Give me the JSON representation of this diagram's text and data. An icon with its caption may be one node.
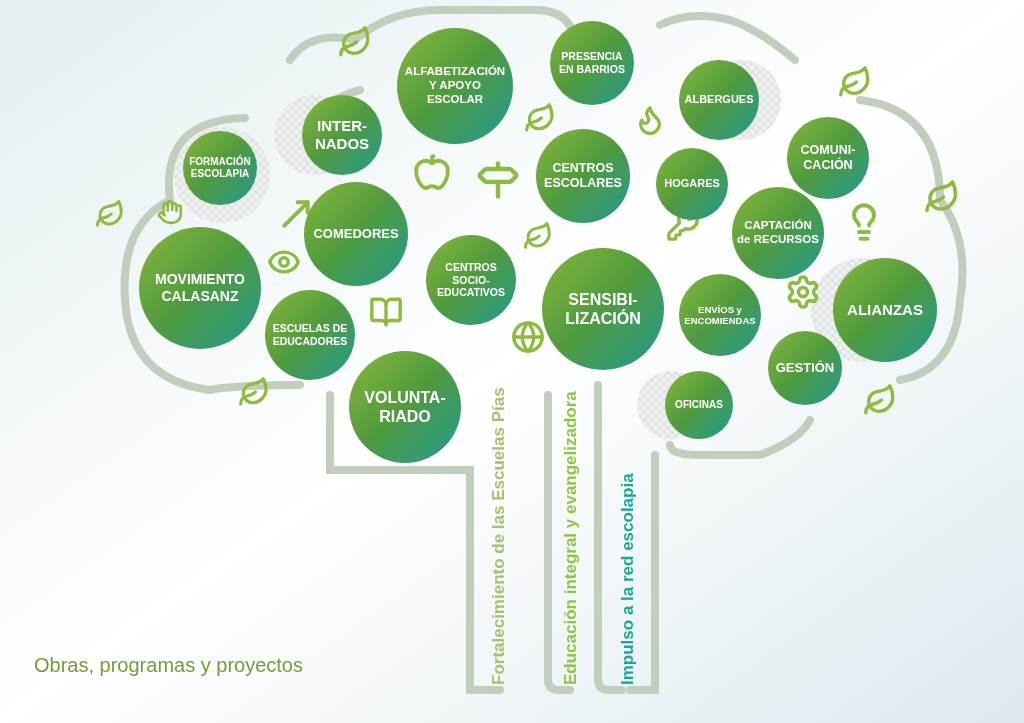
{
  "diagram": {
    "nodes": [
      {
        "text": [
          "FORMACIÓN ESCOLAPIA"
        ]
      },
      {
        "text": [
          "INTER- NADOS"
        ]
      },
      {
        "text": [
          "ALFABETIZACIÓN Y APOYO ESCOLAR"
        ]
      },
      {
        "text": [
          "PRESENCIA EN BARRIOS"
        ]
      },
      {
        "text": [
          "CENTROS ESCOLARES"
        ]
      },
      {
        "text": [
          "ALBERGUES"
        ]
      },
      {
        "text": [
          "HOGARES"
        ]
      },
      {
        "text": [
          "COMUNI- CACIÓN"
        ]
      },
      {
        "text": [
          "MOVIMIENTO CALASANZ"
        ]
      },
      {
        "text": [
          "COMEDORES"
        ]
      },
      {
        "text": [
          "CENTROS SOCIO- EDUCATIVOS"
        ]
      },
      {
        "text": [
          "SENSIBI- LIZACIÓN"
        ]
      },
      {
        "text": [
          "CAPTACIÓN de RECURSOS"
        ]
      },
      {
        "text": [
          "ESCUELAS DE EDUCADORES"
        ]
      },
      {
        "text": [
          "ENVÍOS y ENCOMIENDAS"
        ]
      },
      {
        "text": [
          "ALIANZAS"
        ]
      },
      {
        "text": [
          "VOLUNTA- RIADO"
        ]
      },
      {
        "text": [
          "GESTIÓN"
        ]
      },
      {
        "text": [
          "OFICINAS"
        ]
      }
    ],
    "labels": [
      "Obras, programas y proyectos",
      "Fortalecimiento de las Escuelas Pías",
      "Educación integral y evangelizadora",
      "Impulso a la red escolapia"
    ]
  }
}
